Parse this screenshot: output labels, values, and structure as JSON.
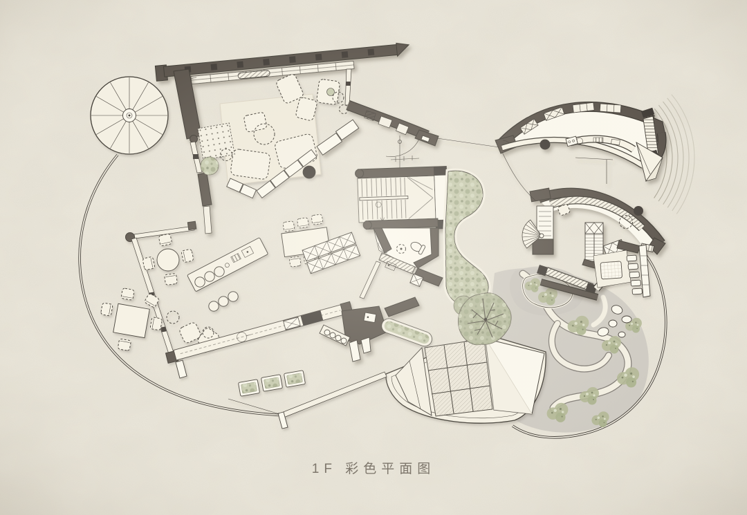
{
  "caption": {
    "text": "1F 彩色平面图"
  },
  "palette": {
    "paper": "#ebe7db",
    "ink": "#413c36",
    "wall": "#5b544d",
    "wallDark": "#433d38",
    "fillLight": "#f6f2e5",
    "fillWhite": "#fbf8ee",
    "glassFill": "#f4f0e3",
    "rug": "#f0ebdc",
    "green": "#c6caae",
    "greenDeep": "#a4aa8b",
    "greenPale": "#d8dcc3",
    "ground": "#c9c6be",
    "pathCream": "#f3efe2",
    "arcGray": "#95907f",
    "captionColor": "#7d766b",
    "shadow": "#5e5649"
  },
  "plan_elements": [
    "spiral-staircase",
    "site-boundary-wall",
    "north-wall",
    "window-band",
    "living-room",
    "sofa-set",
    "coffee-table",
    "picnic-mat",
    "round-dining-table",
    "rect-dining-table",
    "square-dining-table",
    "island-counter",
    "bar-stools",
    "sideboard-cabinet",
    "entry-curved-wall",
    "central-staircase",
    "bathroom",
    "kitchen",
    "bar-counter",
    "planter-bed",
    "courtyard-green",
    "big-tree",
    "skylight-roof",
    "roof-panel",
    "walkway",
    "planter-boxes",
    "tea-room",
    "crescent-counter",
    "terrace-steps",
    "outdoor-stair",
    "lower-crescent",
    "fan-staircase",
    "wardrobe",
    "patio",
    "lounge-chairs",
    "pond",
    "garden-paths",
    "shrubs",
    "stepping-stones"
  ]
}
